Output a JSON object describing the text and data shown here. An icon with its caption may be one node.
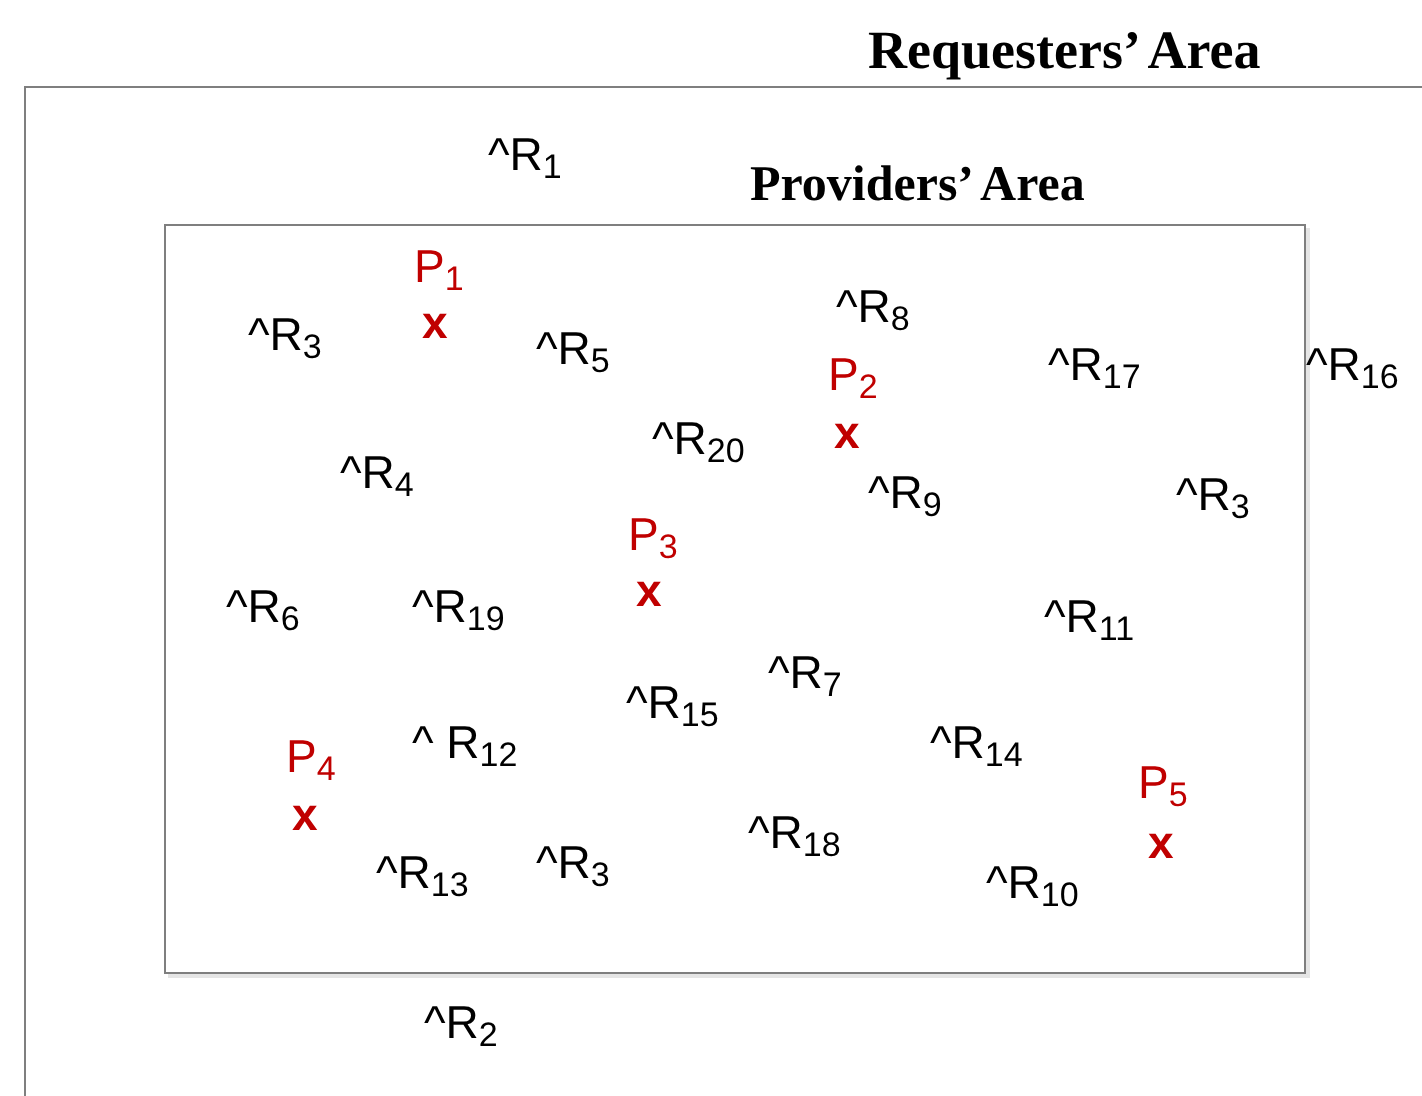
{
  "diagram": {
    "nodes": [
      {
        "text": [
          "Requesters’ Area"
        ]
      },
      {
        "text": [
          "Providers’ Area"
        ],
        "in": 0
      }
    ],
    "labels": [
      "^R$_{1}$",
      "P$_{1}$",
      "x",
      "^R$_{8}$",
      "^R$_{3}$",
      "^R$_{5}$",
      "P$_{2}$",
      "^R$_{17}$",
      "^R$_{16}$",
      "x",
      "^R$_{20}$",
      "^R$_{4}$",
      "^R$_{9}$",
      "^R$_{3}$",
      "P$_{3}$",
      "x",
      "^R$_{6}$",
      "^R$_{19}$",
      "^R$_{11}$",
      "^R$_{7}$",
      "^R$_{15}$",
      "P$_{4}$",
      "^ R$_{12}$",
      "^R$_{14}$",
      "P$_{5}$",
      "x",
      "^R$_{18}$",
      "x",
      "^R$_{13}$",
      "^R$_{3}$",
      "^R$_{10}$",
      "^R$_{2}$"
    ]
  }
}
